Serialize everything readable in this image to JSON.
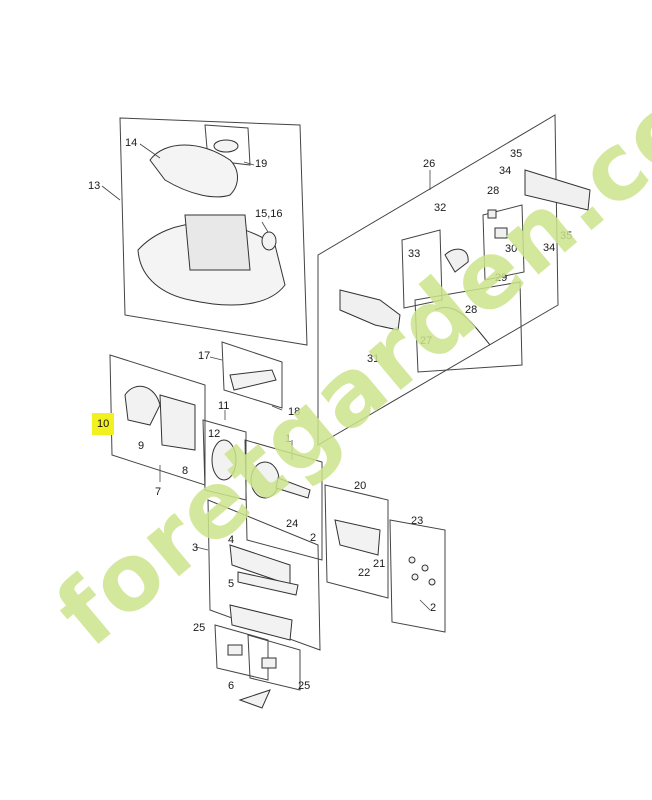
{
  "highlight": {
    "label": "10",
    "color": "#f3f020"
  },
  "callouts": {
    "c14": "14",
    "c19": "19",
    "c13": "13",
    "c1516": "15,16",
    "c26": "26",
    "c35a": "35",
    "c34a": "34",
    "c28a": "28",
    "c32": "32",
    "c30": "30",
    "c33": "33",
    "c29": "29",
    "c35b": "35",
    "c34b": "34",
    "c28b": "28",
    "c27": "27",
    "c31": "31",
    "c17": "17",
    "c18": "18",
    "c11": "11",
    "c12": "12",
    "c9": "9",
    "c8": "8",
    "c7": "7",
    "c1": "1",
    "c24": "24",
    "c2a": "2",
    "c20": "20",
    "c23": "23",
    "c21": "21",
    "c22": "22",
    "c2b": "2",
    "c3": "3",
    "c4": "4",
    "c5": "5",
    "c25a": "25",
    "c6": "6",
    "c25b": "25"
  },
  "watermark": {
    "text": "foretgarden.com",
    "color": "#cde58c"
  }
}
